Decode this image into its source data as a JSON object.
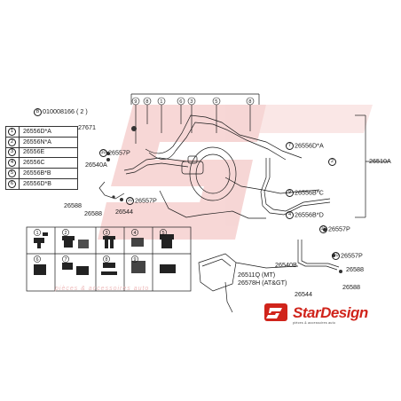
{
  "diagram": {
    "top_code": "010008166 ( 2 )",
    "top_code_marker": "B",
    "legend": [
      {
        "num": "1",
        "code": "26556D*A"
      },
      {
        "num": "2",
        "code": "26556N*A"
      },
      {
        "num": "3",
        "code": "26556E"
      },
      {
        "num": "4",
        "code": "26556C"
      },
      {
        "num": "5",
        "code": "26556B*B"
      },
      {
        "num": "6",
        "code": "26556D*B"
      }
    ],
    "callouts": {
      "p27671": "27671",
      "p26557P_a": "26557P",
      "p26540A": "26540A",
      "p26588_a": "26588",
      "p26588_b": "26588",
      "p26557P_b": "26557P",
      "p26544_a": "26544",
      "p26510A": "26510A",
      "r7": "26556D*A",
      "r2": "2",
      "r9": "26556B*C",
      "r4": "26556B*D",
      "p26557P_c": "26557P",
      "p26540B": "26540B",
      "p26557P_d": "26557P",
      "p26511Q": "26511Q (MT)",
      "p26578H": "26578H (AT&GT)",
      "p26588_c": "26588",
      "p26588_d": "26588",
      "p26544_b": "26544"
    },
    "top_numbers": [
      "9",
      "8",
      "1",
      "6",
      "3",
      "5",
      "8"
    ],
    "grid_numbers": [
      "1",
      "2",
      "3",
      "4",
      "5",
      "6",
      "7",
      "8",
      "9"
    ]
  },
  "brand": {
    "name": "StarDesign",
    "tagline": "pièces & accessoires auto",
    "accent": "#d0241b"
  },
  "watermark": {
    "text": "pièces & accessoires auto",
    "color": "#efbcbc"
  }
}
